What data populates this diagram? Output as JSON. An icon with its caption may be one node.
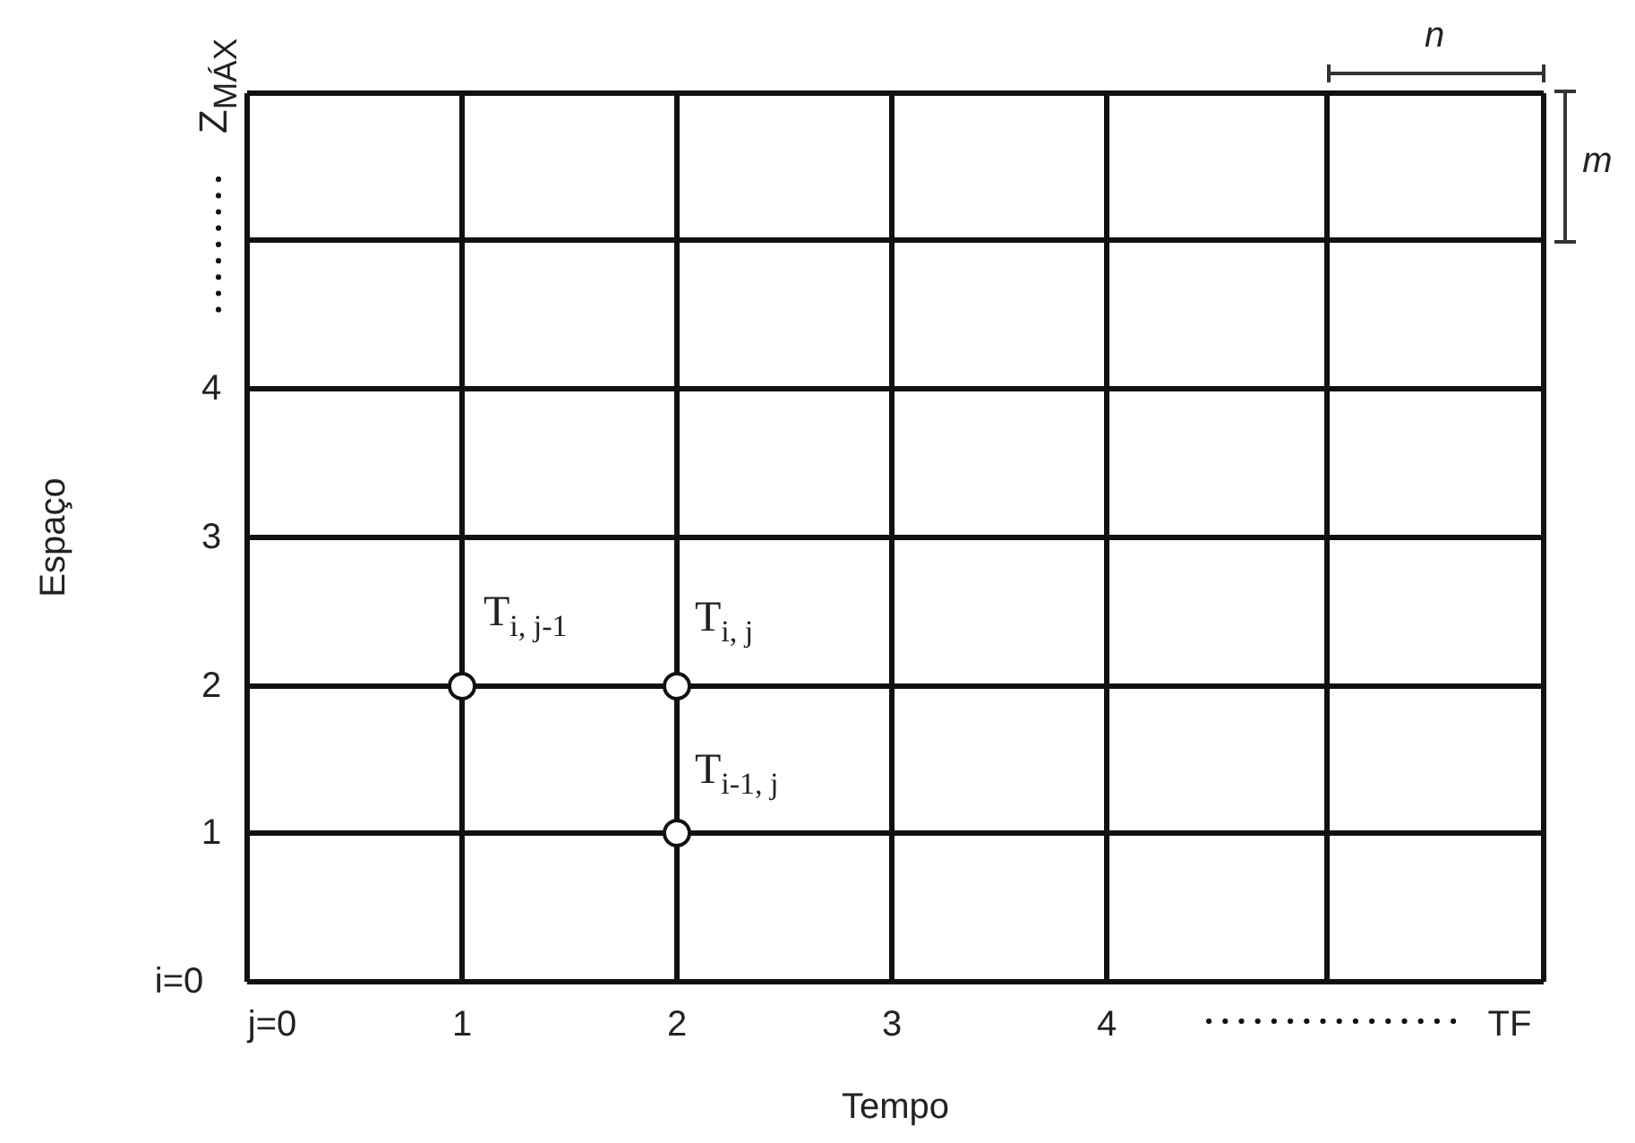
{
  "diagram": {
    "nodes": [
      {
        "text": [],
        "shape": "circle",
        "beside": [
          "T$_{i, j-1}$"
        ]
      },
      {
        "text": [],
        "shape": "circle",
        "beside": [
          "T$_{i, j}$"
        ]
      },
      {
        "text": [],
        "shape": "circle",
        "beside": [
          "T$_{i-1, j}$"
        ]
      }
    ],
    "labels": [
      "Z$_{MÁX}$",
      "4",
      "3",
      "2",
      "1",
      "i=0",
      "j=0",
      "1",
      "2",
      "3",
      "4",
      "TF",
      "Tempo",
      "Espaço",
      "n",
      "m"
    ]
  }
}
